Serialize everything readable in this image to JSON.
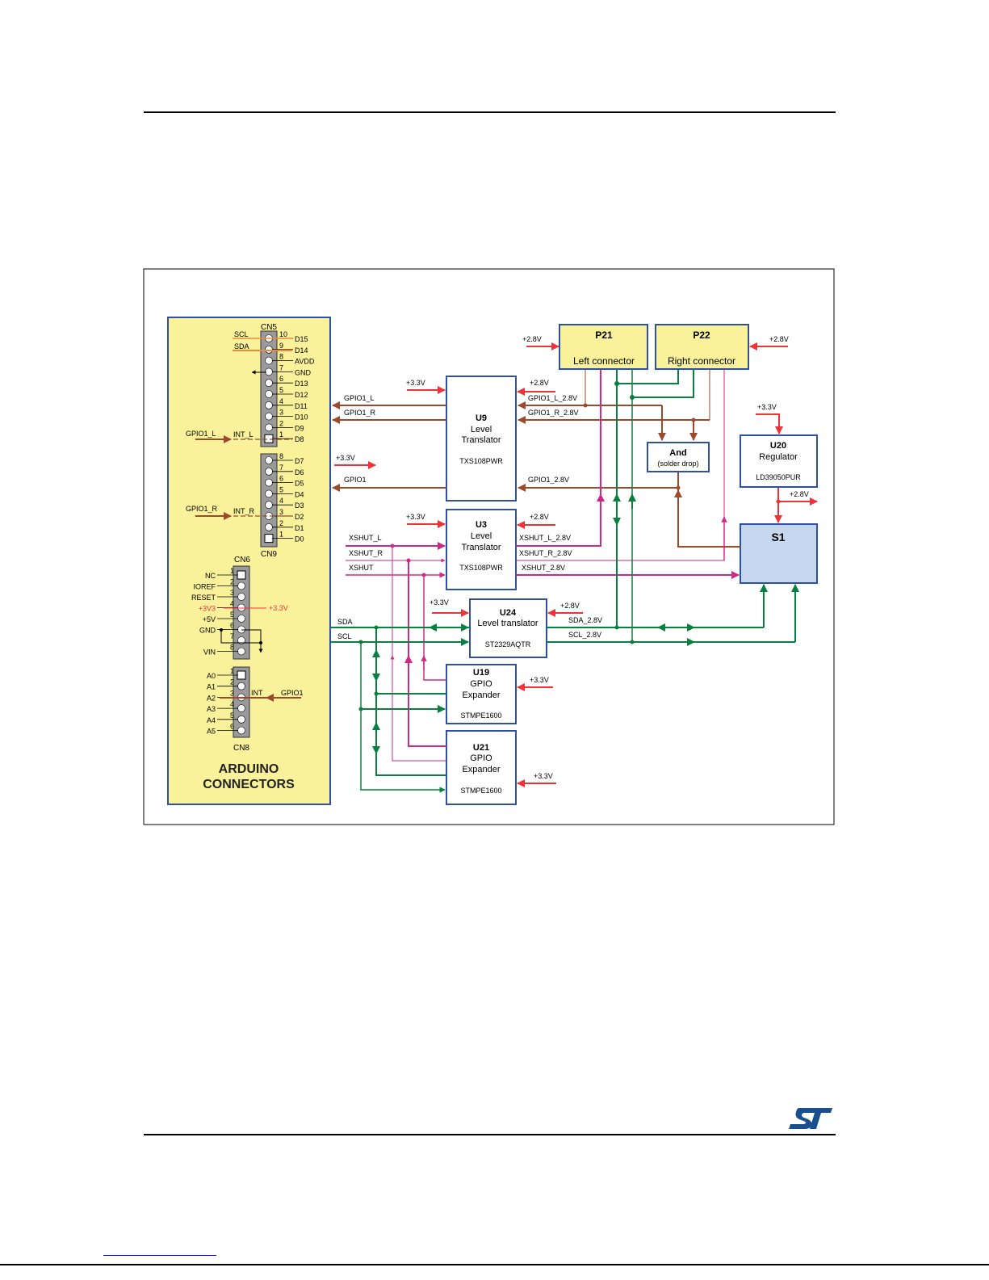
{
  "page": {
    "logo": "st-logo"
  },
  "diagram": {
    "arduino": {
      "title_line1": "ARDUINO",
      "title_line2": "CONNECTORS",
      "cn5": {
        "name": "CN5",
        "pins": [
          {
            "num": "10",
            "label": "D15",
            "left": "SCL"
          },
          {
            "num": "9",
            "label": "D14",
            "left": "SDA"
          },
          {
            "num": "8",
            "label": "AVDD",
            "left": ""
          },
          {
            "num": "7",
            "label": "GND",
            "left": ""
          },
          {
            "num": "6",
            "label": "D13",
            "left": ""
          },
          {
            "num": "5",
            "label": "D12",
            "left": ""
          },
          {
            "num": "4",
            "label": "D11",
            "left": ""
          },
          {
            "num": "3",
            "label": "D10",
            "left": ""
          },
          {
            "num": "2",
            "label": "D9",
            "left": ""
          },
          {
            "num": "1",
            "label": "D8",
            "left": "INT_L"
          }
        ],
        "input_signal": "GPIO1_L"
      },
      "cn9": {
        "name": "CN9",
        "pins": [
          {
            "num": "8",
            "label": "D7"
          },
          {
            "num": "7",
            "label": "D6"
          },
          {
            "num": "6",
            "label": "D5"
          },
          {
            "num": "5",
            "label": "D4"
          },
          {
            "num": "4",
            "label": "D3"
          },
          {
            "num": "3",
            "label": "D2"
          },
          {
            "num": "2",
            "label": "D1"
          },
          {
            "num": "1",
            "label": "D0"
          }
        ],
        "int_label": "INT_R",
        "input_signal": "GPIO1_R"
      },
      "cn6": {
        "name": "CN6",
        "pins": [
          {
            "num": "1",
            "label": "NC"
          },
          {
            "num": "2",
            "label": "IOREF"
          },
          {
            "num": "3",
            "label": "RESET"
          },
          {
            "num": "4",
            "label": "+3V3"
          },
          {
            "num": "5",
            "label": "+5V"
          },
          {
            "num": "6",
            "label": "GND"
          },
          {
            "num": "7",
            "label": ""
          },
          {
            "num": "8",
            "label": "VIN"
          }
        ],
        "output_label": "+3.3V"
      },
      "cn8": {
        "name": "CN8",
        "pins": [
          {
            "num": "1",
            "label": "A0"
          },
          {
            "num": "2",
            "label": "A1"
          },
          {
            "num": "3",
            "label": "A2"
          },
          {
            "num": "4",
            "label": "A3"
          },
          {
            "num": "5",
            "label": "A4"
          },
          {
            "num": "6",
            "label": "A5"
          }
        ],
        "int_label": "INT",
        "input_signal": "GPIO1"
      }
    },
    "blocks": {
      "p21": {
        "title": "P21",
        "subtitle": "Left connector",
        "supply": "+2.8V"
      },
      "p22": {
        "title": "P22",
        "subtitle": "Right connector",
        "supply": "+2.8V"
      },
      "u9": {
        "title": "U9",
        "line1": "Level",
        "line2": "Translator",
        "part": "TXS108PWR",
        "supply_left": "+3.3V",
        "supply_right": "+2.8V"
      },
      "u3": {
        "title": "U3",
        "line1": "Level",
        "line2": "Translator",
        "part": "TXS108PWR",
        "supply_left": "+3.3V",
        "supply_right": "+2.8V"
      },
      "u24": {
        "title": "U24",
        "line1": "Level translator",
        "part": "ST2329AQTR",
        "supply_left": "+3.3V",
        "supply_right": "+2.8V"
      },
      "u19": {
        "title": "U19",
        "line1": "GPIO",
        "line2": "Expander",
        "part": "STMPE1600",
        "supply": "+3.3V"
      },
      "u21": {
        "title": "U21",
        "line1": "GPIO",
        "line2": "Expander",
        "part": "STMPE1600",
        "supply": "+3.3V"
      },
      "and": {
        "title": "And",
        "subtitle": "(solder drop)"
      },
      "u20": {
        "title": "U20",
        "line1": "Regulator",
        "part": "LD39050PUR",
        "supply_in": "+3.3V",
        "supply_out": "+2.8V"
      },
      "s1": {
        "title": "S1"
      }
    },
    "signals": {
      "gpio1_l": "GPIO1_L",
      "gpio1_r": "GPIO1_R",
      "gpio1": "GPIO1",
      "plus33_out": "+3.3V",
      "gpio1_l_28": "GPIO1_L_2.8V",
      "gpio1_r_28": "GPIO1_R_2.8V",
      "gpio1_28": "GPIO1_2.8V",
      "xshut_l": "XSHUT_L",
      "xshut_r": "XSHUT_R",
      "xshut": "XSHUT",
      "xshut_l_28": "XSHUT_L_2.8V",
      "xshut_r_28": "XSHUT_R_2.8V",
      "xshut_28": "XSHUT_2.8V",
      "sda": "SDA",
      "scl": "SCL",
      "sda_28": "SDA_2.8V",
      "scl_28": "SCL_2.8V"
    },
    "colors": {
      "yellow": "#faf29b",
      "blue_border": "#2f4f9f",
      "s1_fill": "#c5d7ee",
      "power_red": "#ee3338",
      "gpio_brown": "#9c4a2a",
      "xshut_magenta": "#cc2a86",
      "i2c_green": "#0a8040",
      "connector_gray": "#9a9a9a",
      "st_blue": "#1a4f8e"
    }
  }
}
